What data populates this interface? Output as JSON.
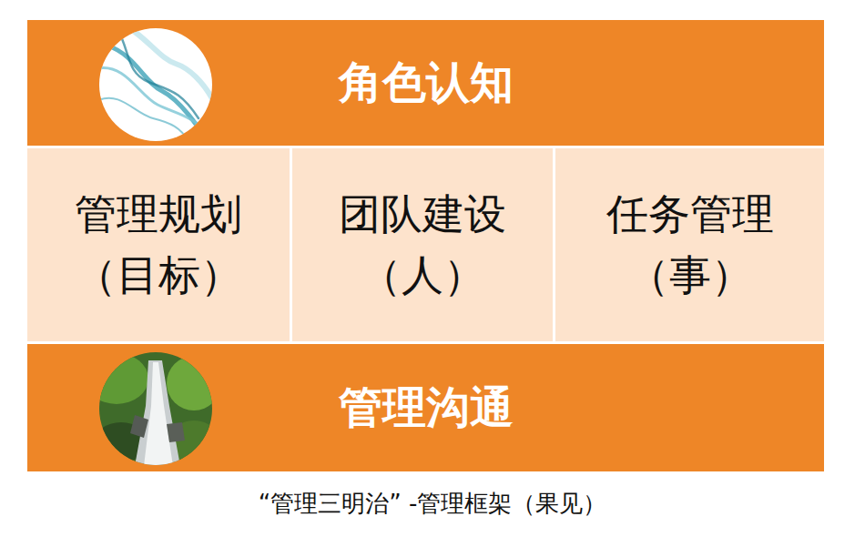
{
  "diagram": {
    "caption": "“管理三明治” -管理框架（果见）",
    "nodes": [
      {
        "text": [
          "角色认知"
        ]
      },
      {
        "text": [
          "管理规划",
          "（目标）"
        ]
      },
      {
        "text": [
          "团队建设",
          "（人）"
        ]
      },
      {
        "text": [
          "任务管理",
          "（事）"
        ]
      },
      {
        "text": [
          "管理沟通"
        ]
      }
    ]
  }
}
